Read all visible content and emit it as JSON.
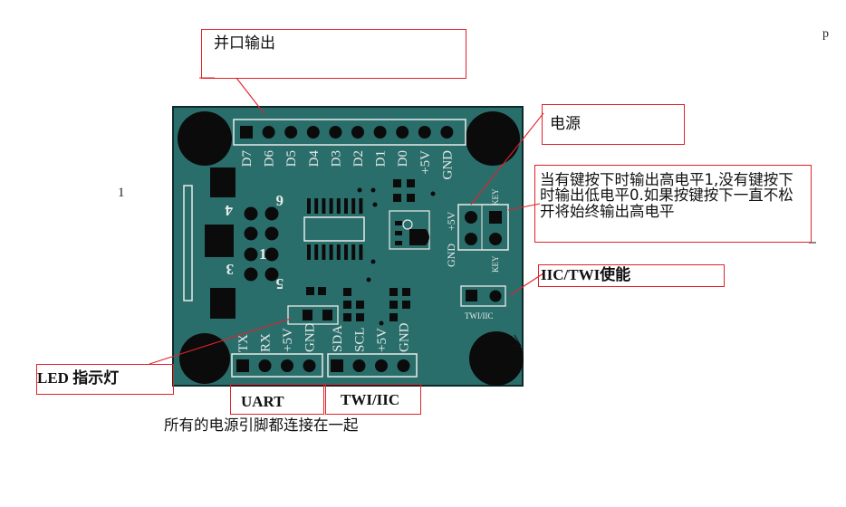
{
  "colors": {
    "board": "#2a6e6c",
    "board_edge": "#0d2a2a",
    "silk": "#e8ece8",
    "pad": "#0b0b0b",
    "callout": "#e0222a"
  },
  "labels": {
    "parallel_output": "并口输出",
    "power": "电源",
    "key_description": "当有键按下时输出高电平1,没有键按下时输出低电平0.如果按键按下一直不松开将始终输出高电平",
    "iic_enable": "IIC/TWI使能",
    "led_indicator": "LED 指示灯",
    "uart": "UART",
    "twi_iic": "TWI/IIC",
    "power_note": "所有的电源引脚都连接在一起"
  },
  "stray": {
    "p": "p",
    "one": "1"
  },
  "pins": {
    "top_header": [
      "D7",
      "D6",
      "D5",
      "D4",
      "D3",
      "D2",
      "D1",
      "D0",
      "+5V",
      "GND"
    ],
    "uart_header": [
      "TX",
      "RX",
      "+5V",
      "GND"
    ],
    "twi_header": [
      "SDA",
      "SCL",
      "+5V",
      "GND"
    ],
    "power_pins": [
      "+5V",
      "GND"
    ],
    "key_pins": [
      "KEY",
      "KEY"
    ],
    "twi_jumper": "TWI/IIC",
    "keypad_numbers": [
      "6",
      "4",
      "1",
      "3",
      "5"
    ]
  }
}
